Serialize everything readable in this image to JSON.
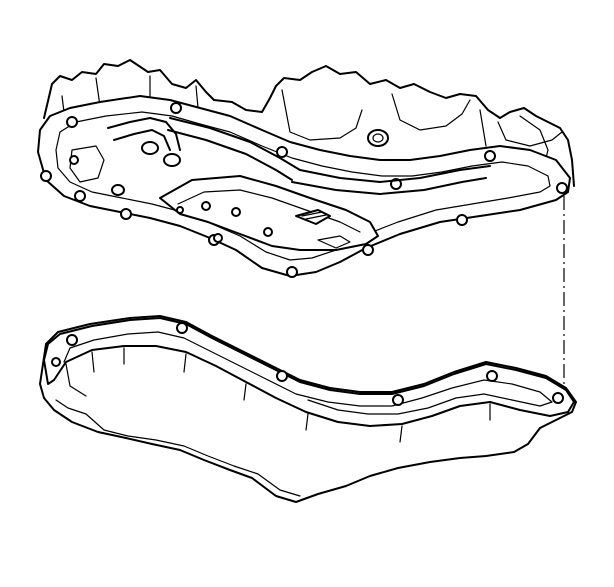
{
  "diagram": {
    "subject": "oil-pan-exploded-view",
    "parts": [
      {
        "id": "case-housing",
        "kind": "transmission-case"
      },
      {
        "id": "valve-body",
        "kind": "valve-body-with-tubes"
      },
      {
        "id": "bottom-pan",
        "kind": "oil-pan"
      },
      {
        "id": "alignment-guide",
        "kind": "dash-dot-centerline"
      }
    ],
    "colors": {
      "line": "#000000",
      "background": "#ffffff"
    }
  }
}
